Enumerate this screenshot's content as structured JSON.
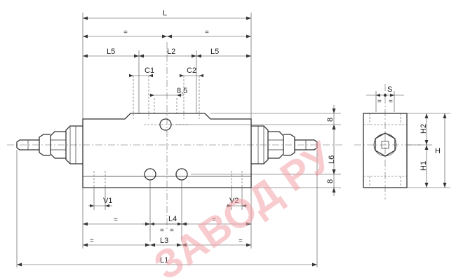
{
  "labels": {
    "L": "L",
    "L1": "L1",
    "L2": "L2",
    "L3": "L3",
    "L4": "L4",
    "L5_left": "L5",
    "L5_right": "L5",
    "L6": "L6",
    "C1": "C1",
    "C2": "C2",
    "dim_8_5": "8,5",
    "dim_8_top": "8",
    "dim_8_bottom": "8",
    "V1": "V1",
    "V2": "V2",
    "S": "S",
    "H": "H",
    "H1": "H1",
    "H2": "H2",
    "eq": "="
  },
  "watermark": "ЗАВОД РУ",
  "colors": {
    "line": "#333333",
    "watermark": "#f2a3a8"
  }
}
